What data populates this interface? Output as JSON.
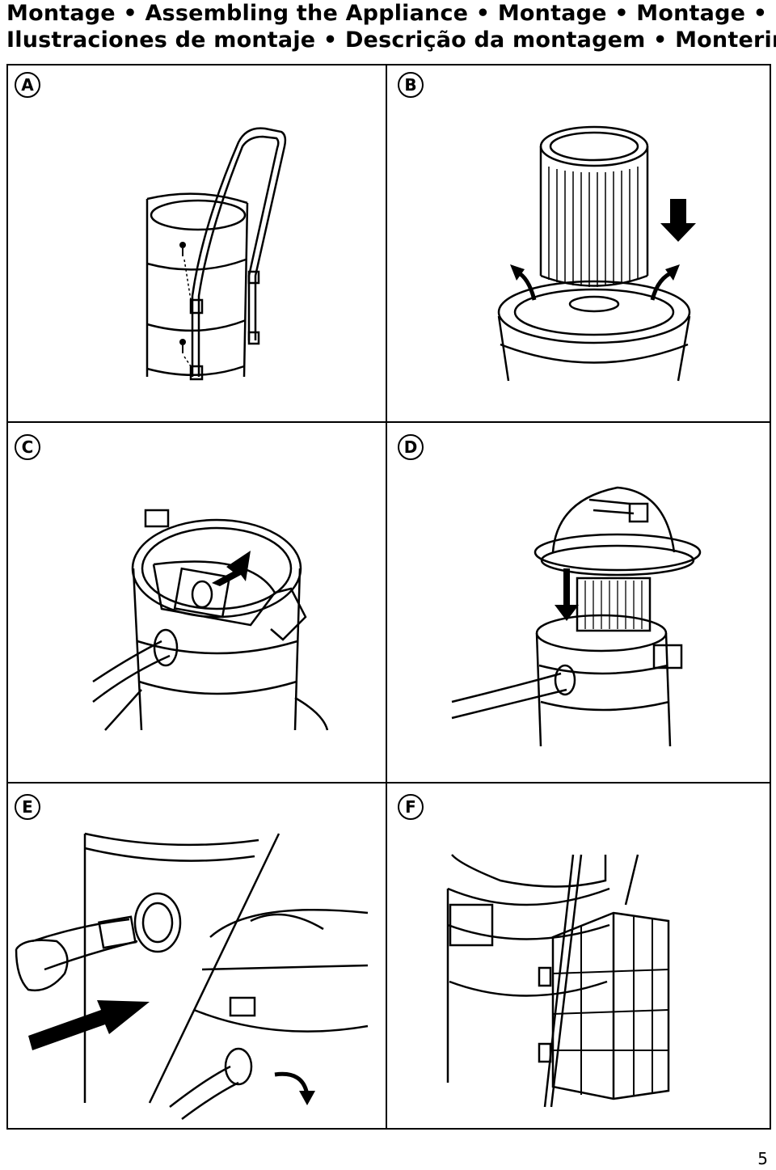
{
  "header": {
    "line1": "Montage • Assembling the Appliance • Montage • Montage •",
    "line2": "Ilustraciones de montaje • Descrição da montagem • Montering"
  },
  "panels": [
    {
      "id": "A",
      "label": "A"
    },
    {
      "id": "B",
      "label": "B"
    },
    {
      "id": "C",
      "label": "C"
    },
    {
      "id": "D",
      "label": "D"
    },
    {
      "id": "E",
      "label": "E"
    },
    {
      "id": "F",
      "label": "F"
    }
  ],
  "page_number": "5"
}
